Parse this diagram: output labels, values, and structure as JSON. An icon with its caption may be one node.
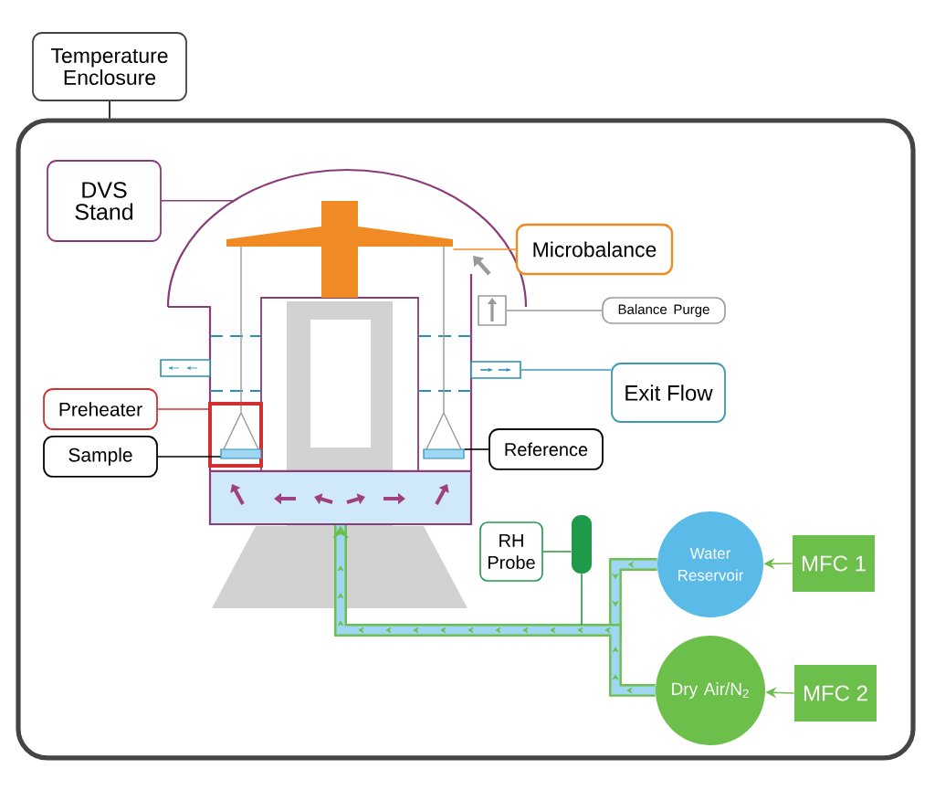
{
  "diagram": {
    "nodes": [
      {
        "text": [
          "Temperature Enclosure"
        ]
      },
      {
        "text": [],
        "shape": "box"
      },
      {
        "text": [
          "DVS Stand"
        ],
        "in": 1
      },
      {
        "text": [],
        "shape": "dome",
        "in": 1
      },
      {
        "text": [],
        "shape": "balance",
        "in": 3
      },
      {
        "text": [
          "Microbalance"
        ],
        "in": 1
      },
      {
        "text": [],
        "shape": "box",
        "in": 1
      },
      {
        "text": [
          "Balance Purge"
        ],
        "in": 1
      },
      {
        "text": [],
        "shape": "box",
        "in": 1
      },
      {
        "text": [
          "Exit Flow"
        ],
        "in": 1
      },
      {
        "text": [
          "Preheater"
        ],
        "in": 1
      },
      {
        "text": [],
        "shape": "box",
        "in": 1
      },
      {
        "text": [
          "Sample"
        ],
        "in": 1
      },
      {
        "text": [],
        "shape": "pan",
        "in": 11
      },
      {
        "text": [],
        "shape": "pan",
        "in": 1
      },
      {
        "text": [
          "Reference"
        ],
        "in": 1
      },
      {
        "text": [],
        "shape": "box",
        "in": 1
      },
      {
        "text": [
          "RH Probe"
        ],
        "in": 1
      },
      {
        "text": [],
        "shape": "cylinder",
        "in": 1
      },
      {
        "text": [
          "Water Reservoir"
        ],
        "in": 1
      },
      {
        "text": [
          "MFC 1"
        ],
        "in": 1
      },
      {
        "text": [
          "Dry Air/N$_{2}$"
        ],
        "in": 1
      },
      {
        "text": [
          "MFC 2"
        ],
        "in": 1
      }
    ],
    "edges": [
      {
        "from": 0,
        "to": 1,
        "arrow": "none",
        "color": "#000000"
      },
      {
        "from": 2,
        "to": 3,
        "arrow": "none",
        "color": "#8b3a7a"
      },
      {
        "from": 5,
        "to": 4,
        "arrow": "none",
        "color": "#f08a24"
      },
      {
        "from": 7,
        "to": 6,
        "arrow": "none",
        "color": "#9a9a9a"
      },
      {
        "from": 9,
        "to": 8,
        "arrow": "none",
        "color": "#3a9bb0"
      },
      {
        "from": 10,
        "to": 11,
        "arrow": "none",
        "color": "#d03030"
      },
      {
        "from": 12,
        "to": 13,
        "arrow": "none",
        "color": "#000000"
      },
      {
        "from": 15,
        "to": 14,
        "arrow": "none",
        "color": "#000000"
      },
      {
        "from": 17,
        "to": 18,
        "arrow": "none",
        "color": "#3b9b4a"
      },
      {
        "from": 20,
        "to": 19,
        "arrow": "to",
        "color": "#6cbf4a"
      },
      {
        "from": 22,
        "to": 21,
        "arrow": "to",
        "color": "#6cbf4a"
      },
      {
        "from": 19,
        "to": 16,
        "arrow": "to",
        "style": "thick",
        "color": "#6cbf4a"
      },
      {
        "from": 21,
        "to": 16,
        "arrow": "to",
        "style": "thick",
        "color": "#6cbf4a"
      },
      {
        "from": 18,
        "to": null,
        "arrow": "none",
        "color": "#1e9a4a"
      }
    ]
  }
}
